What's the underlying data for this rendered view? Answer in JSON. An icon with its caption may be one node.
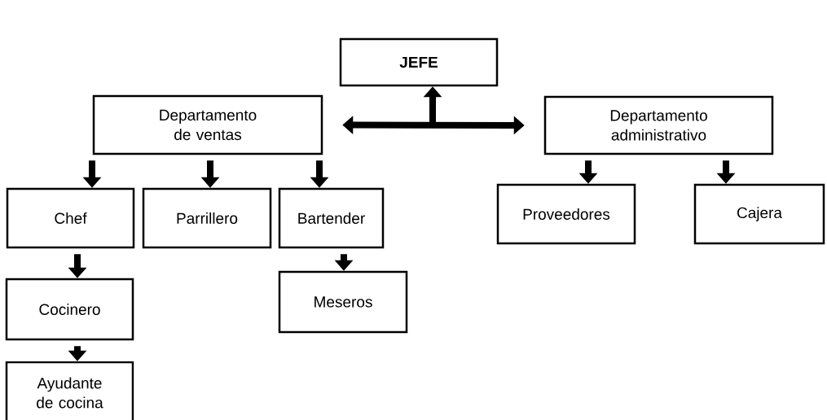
{
  "diagram": {
    "nodes": [
      {
        "text": [
          "JEFE"
        ]
      },
      {
        "text": [
          "Departamento de ventas"
        ]
      },
      {
        "text": [
          "Departamento administrativo"
        ]
      },
      {
        "text": [
          "Chef"
        ]
      },
      {
        "text": [
          "Parrillero"
        ]
      },
      {
        "text": [
          "Bartender"
        ]
      },
      {
        "text": [
          "Proveedores"
        ]
      },
      {
        "text": [
          "Cajera"
        ]
      },
      {
        "text": [
          "Cocinero"
        ]
      },
      {
        "text": [
          "Meseros"
        ]
      },
      {
        "text": [
          "Ayudante de cocina"
        ]
      }
    ],
    "edges": [
      {
        "from": 1,
        "to": 2,
        "arrow": "both"
      },
      {
        "from": null,
        "to": 0,
        "arrow": "to"
      },
      {
        "from": 1,
        "to": 3,
        "arrow": "to"
      },
      {
        "from": 1,
        "to": 4,
        "arrow": "to"
      },
      {
        "from": 1,
        "to": 5,
        "arrow": "to"
      },
      {
        "from": 2,
        "to": 6,
        "arrow": "to"
      },
      {
        "from": 2,
        "to": 7,
        "arrow": "to"
      },
      {
        "from": 3,
        "to": 8,
        "arrow": "to"
      },
      {
        "from": 5,
        "to": 9,
        "arrow": "to"
      },
      {
        "from": 8,
        "to": 10,
        "arrow": "to"
      }
    ]
  }
}
